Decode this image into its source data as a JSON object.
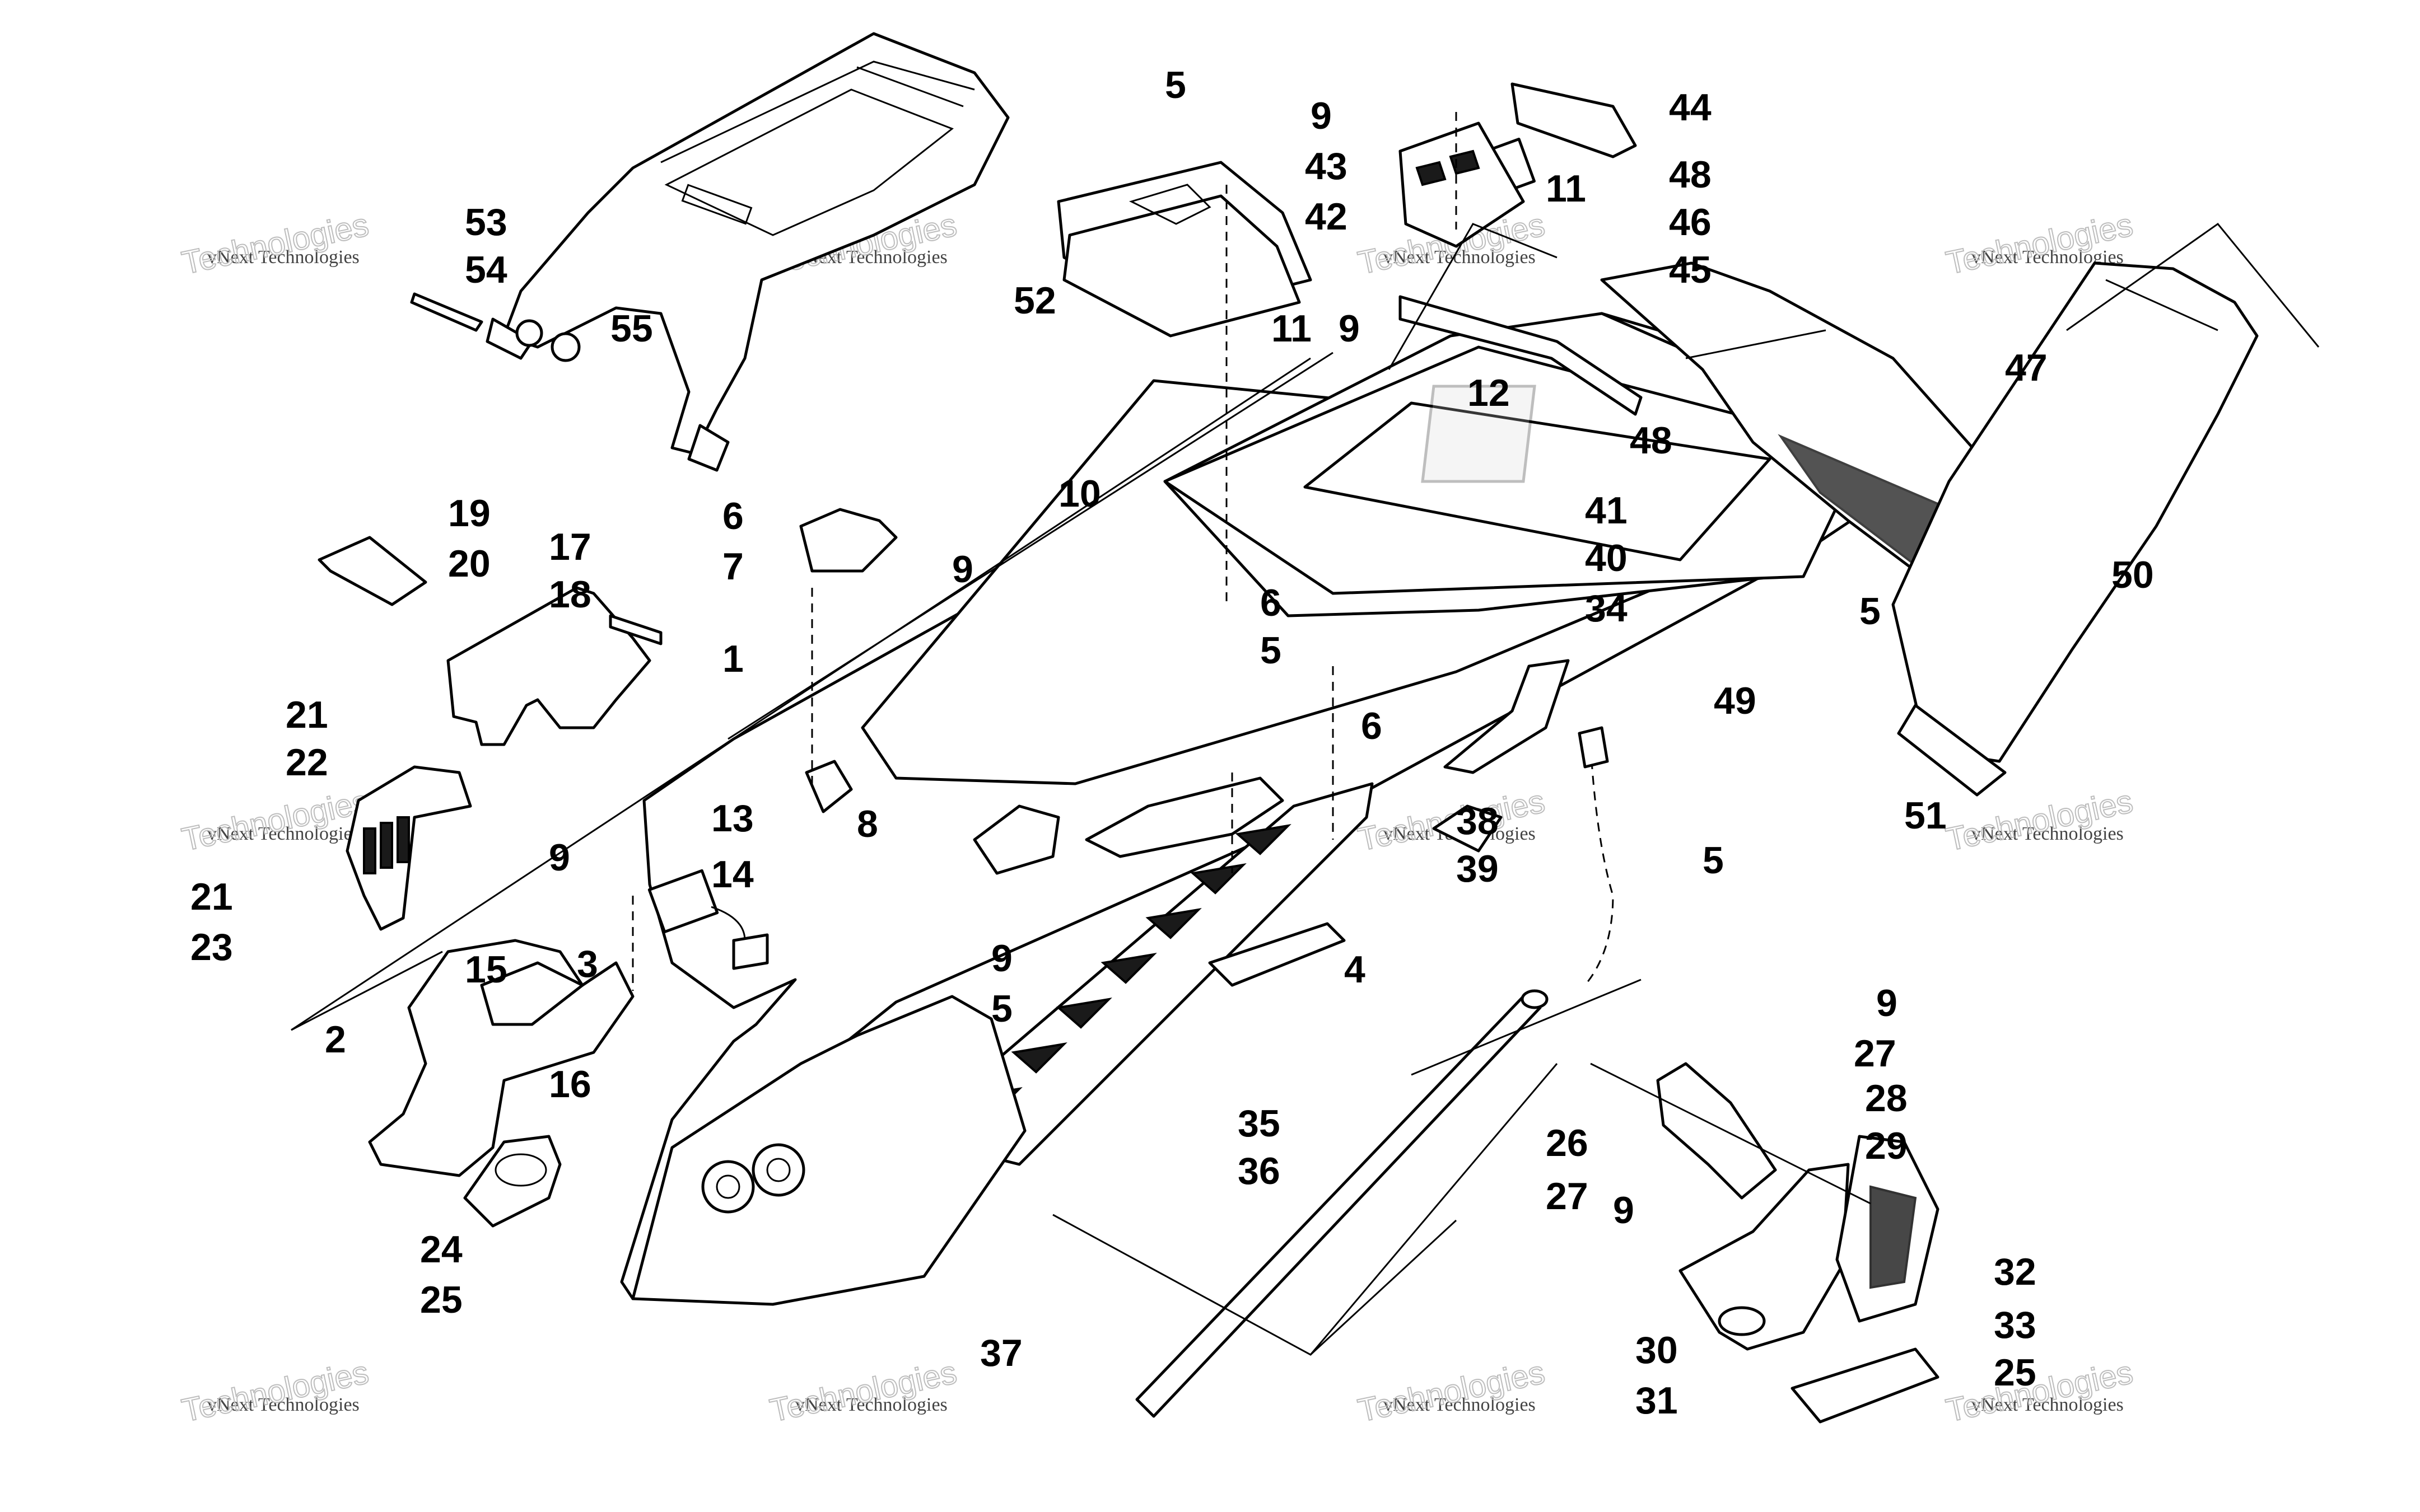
{
  "watermark": {
    "line1": "vNext Technologies",
    "line2": "Technologies"
  },
  "callouts": [
    "1",
    "2",
    "3",
    "4",
    "5",
    "6",
    "7",
    "8",
    "9",
    "10",
    "11",
    "12",
    "13",
    "14",
    "15",
    "16",
    "17",
    "18",
    "19",
    "20",
    "21",
    "22",
    "23",
    "24",
    "25",
    "26",
    "27",
    "28",
    "29",
    "30",
    "31",
    "32",
    "33",
    "34",
    "35",
    "36",
    "37",
    "38",
    "39",
    "40",
    "41",
    "42",
    "43",
    "44",
    "45",
    "46",
    "47",
    "48",
    "49",
    "50",
    "51",
    "52",
    "53",
    "54",
    "55"
  ]
}
